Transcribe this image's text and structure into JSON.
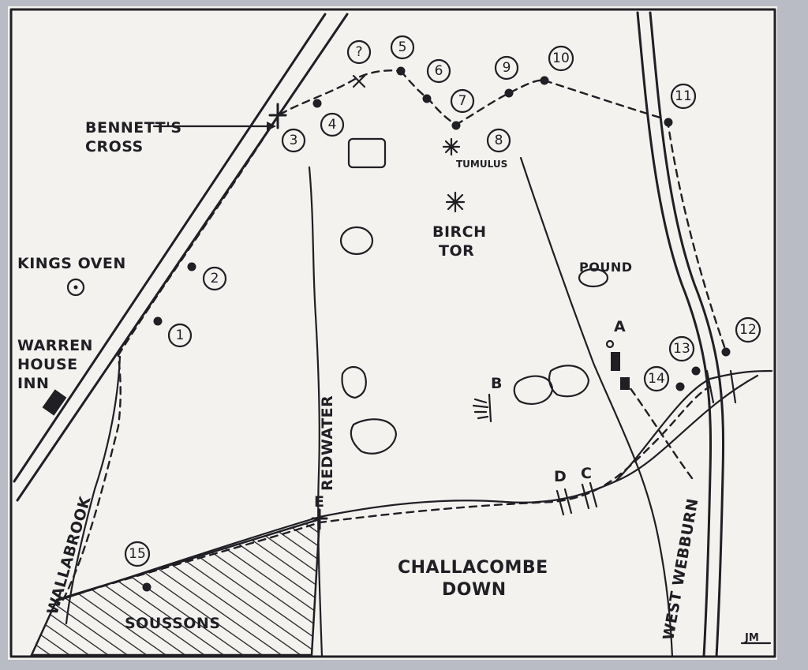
{
  "places": {
    "bennetts_cross_1": "BENNETT'S",
    "bennetts_cross_2": "CROSS",
    "kings_oven": "KINGS OVEN",
    "warren_1": "WARREN",
    "warren_2": "HOUSE",
    "warren_3": "INN",
    "tumulus": "TUMULUS",
    "birch_1": "BIRCH",
    "birch_2": "TOR",
    "pound": "POUND",
    "challacombe_1": "CHALLACOMBE",
    "challacombe_2": "DOWN",
    "soussons": "SOUSSONS",
    "wallabrook": "WALLABROOK",
    "redwater": "REDWATER",
    "west_webburn": "WEST WEBBURN",
    "a": "A",
    "b": "B",
    "c": "C",
    "d": "D",
    "e": "E",
    "signature": "JM"
  },
  "waypoints": {
    "w1": "1",
    "w2": "2",
    "w3": "3",
    "w4": "4",
    "w5": "5",
    "w6": "6",
    "w7": "7",
    "w8": "8",
    "w9": "9",
    "w10": "10",
    "w11": "11",
    "w12": "12",
    "w13": "13",
    "w14": "14",
    "w15": "15",
    "wq": "?"
  }
}
